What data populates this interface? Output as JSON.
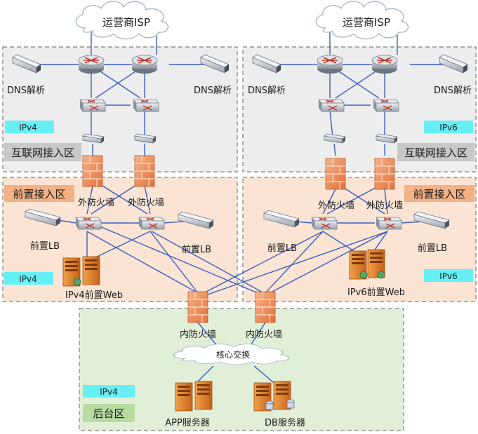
{
  "isp": {
    "left": "运营商ISP",
    "right": "运营商ISP"
  },
  "dns": {
    "l1": "DNS解析",
    "l2": "DNS解析",
    "r1": "DNS解析",
    "r2": "DNS解析"
  },
  "zones": {
    "internet_left": "互联网接入区",
    "internet_right": "互联网接入区",
    "front_left": "前置接入区",
    "front_right": "前置接入区",
    "backend": "后台区"
  },
  "tags": {
    "ipv4_internet": "IPv4",
    "ipv6_internet": "IPv6",
    "ipv4_front": "IPv4",
    "ipv6_front": "IPv6",
    "ipv4_backend": "IPv4"
  },
  "firewalls": {
    "outer_l1": "外防火墙",
    "outer_l2": "外防火墙",
    "outer_r1": "外防火墙",
    "outer_r2": "外防火墙",
    "inner_1": "内防火墙",
    "inner_2": "内防火墙"
  },
  "lb": {
    "l1": "前置LB",
    "l2": "前置LB",
    "r1": "前置LB",
    "r2": "前置LB"
  },
  "web": {
    "ipv4": "IPv4前置Web",
    "ipv6": "IPv6前置Web"
  },
  "core": "核心交换",
  "servers": {
    "app": "APP服务器",
    "db": "DB服务器"
  },
  "colors": {
    "zone_gray": "#ededed",
    "zone_peach": "#fbe4d4",
    "zone_green": "#e2efd8",
    "tag_cyan": "#66f0f5",
    "zone_label_orange": "#f4b183",
    "zone_label_gray": "#c8c8c8",
    "zone_label_green": "#b7dba1",
    "link_blue": "#3a5fbf"
  }
}
